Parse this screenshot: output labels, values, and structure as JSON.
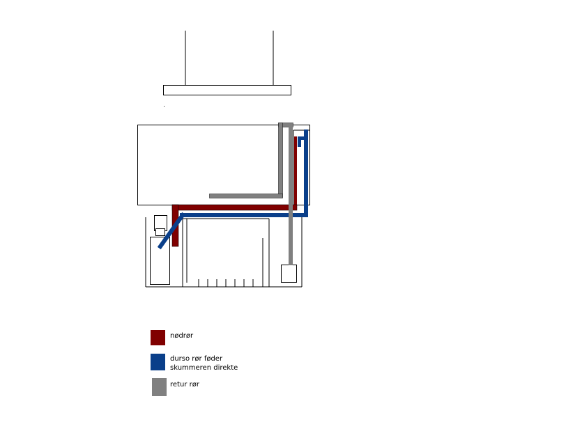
{
  "colors": {
    "background": "#ffffff",
    "outline": "#000000",
    "emergency_pipe": "#800000",
    "durso_pipe": "#0a3f8a",
    "return_pipe": "#808080"
  },
  "legend": [
    {
      "label": "nødrør",
      "color": "#800000"
    },
    {
      "label": "durso rør føder\nskummeren direkte",
      "color": "#0a3f8a"
    },
    {
      "label": "retur rør",
      "color": "#808080"
    }
  ]
}
